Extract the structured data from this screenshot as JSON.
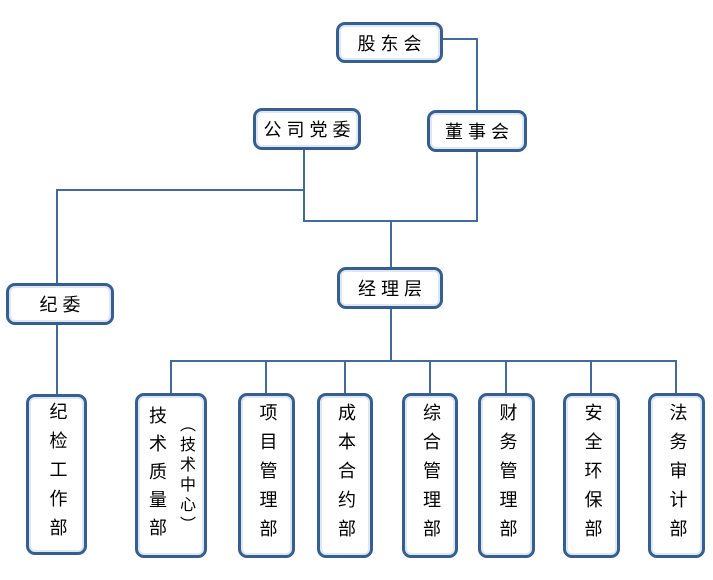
{
  "colors": {
    "box_border": "#365f91",
    "connector": "#44699c",
    "text": "#000000",
    "bg": "#ffffff"
  },
  "nodes": {
    "shareholders": "股东会",
    "party_committee": "公司党委",
    "board": "董事会",
    "discipline_committee": "纪委",
    "management": "经理层",
    "discipline_work_dept": "纪检工作部",
    "tech_quality_dept": "技术质量部（技术中心）",
    "tech_quality_line1": "技术质量部",
    "tech_quality_line2": "（技术中心）",
    "project_mgmt_dept": "项目管理部",
    "cost_contract_dept": "成本合约部",
    "general_mgmt_dept": "综合管理部",
    "finance_mgmt_dept": "财务管理部",
    "safety_env_dept": "安全环保部",
    "legal_audit_dept": "法务审计部"
  },
  "edges": [
    {
      "from": "股东会",
      "to": "董事会"
    },
    {
      "from": "公司党委",
      "to": "纪委"
    },
    {
      "from": "公司党委",
      "to": "经理层"
    },
    {
      "from": "董事会",
      "to": "经理层"
    },
    {
      "from": "纪委",
      "to": "纪检工作部"
    },
    {
      "from": "经理层",
      "to": "技术质量部（技术中心）"
    },
    {
      "from": "经理层",
      "to": "项目管理部"
    },
    {
      "from": "经理层",
      "to": "成本合约部"
    },
    {
      "from": "经理层",
      "to": "综合管理部"
    },
    {
      "from": "经理层",
      "to": "财务管理部"
    },
    {
      "from": "经理层",
      "to": "安全环保部"
    },
    {
      "from": "经理层",
      "to": "法务审计部"
    }
  ]
}
